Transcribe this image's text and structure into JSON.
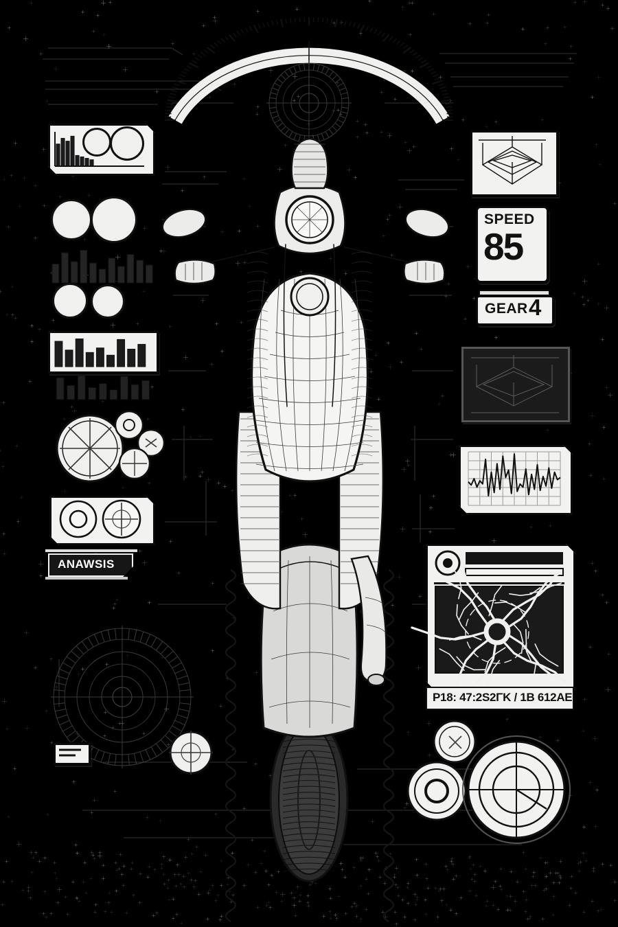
{
  "meta": {
    "title": "Motorcycle Technical HUD Blueprint",
    "style": "monochrome ink diagram / heads-up display overlay",
    "background_color": "#000000",
    "ink_color": "#f0f0ee",
    "panel_fill": "#f2f2f0"
  },
  "readouts": {
    "speed": {
      "label": "SPEED",
      "value": "85",
      "panel_name": "speed-readout-panel"
    },
    "gear": {
      "label": "GEAR",
      "value": "4",
      "panel_name": "gear-readout-panel"
    }
  },
  "tags": {
    "analysis": "ANAWSIS"
  },
  "navigation": {
    "coordinates": "P18: 47:2S2ΓK / 1B 612AE",
    "map_title": "road-network-map",
    "marker": "position-marker"
  },
  "subject": {
    "name": "motorcycle-front-orthographic",
    "parts": [
      "front-wheel",
      "front-tyre",
      "front-fender",
      "fork-tubes",
      "headlight",
      "handlebars",
      "left-grip",
      "right-grip",
      "left-mirror",
      "right-mirror",
      "fuel-tank",
      "fuel-cap",
      "engine-block",
      "exhaust-pipe",
      "radiator",
      "frame-rails"
    ]
  },
  "chart_data": [
    {
      "id": "bar-chart-top-left",
      "type": "bar",
      "title": "",
      "categories": [
        "1",
        "2",
        "3",
        "4",
        "5",
        "6",
        "7",
        "8"
      ],
      "values": [
        62,
        78,
        70,
        84,
        30,
        26,
        22,
        18
      ],
      "ylim": [
        0,
        100
      ],
      "grid": false
    },
    {
      "id": "bar-chart-mid-left",
      "type": "bar",
      "title": "",
      "categories": [
        "1",
        "2",
        "3",
        "4",
        "5",
        "6",
        "7",
        "8",
        "9",
        "10",
        "11"
      ],
      "values": [
        55,
        88,
        62,
        95,
        58,
        40,
        72,
        48,
        83,
        66,
        52
      ],
      "ylim": [
        0,
        100
      ],
      "grid": false
    },
    {
      "id": "bar-chart-left-lower",
      "type": "bar",
      "title": "",
      "categories": [
        "1",
        "2",
        "3",
        "4",
        "5",
        "6",
        "7",
        "8",
        "9"
      ],
      "values": [
        84,
        55,
        92,
        47,
        62,
        38,
        90,
        58,
        74
      ],
      "ylim": [
        0,
        100
      ],
      "grid": false
    },
    {
      "id": "waveform-telemetry",
      "type": "line",
      "title": "",
      "xlabel": "",
      "ylabel": "",
      "grid": true,
      "x": [
        0,
        1,
        2,
        3,
        4,
        5,
        6,
        7,
        8,
        9,
        10,
        11,
        12,
        13,
        14,
        15,
        16,
        17,
        18,
        19,
        20,
        21,
        22,
        23,
        24,
        25,
        26,
        27,
        28,
        29,
        30,
        31,
        32
      ],
      "values": [
        44,
        38,
        50,
        34,
        46,
        40,
        86,
        18,
        62,
        24,
        78,
        30,
        92,
        52,
        66,
        22,
        96,
        26,
        40,
        34,
        68,
        20,
        58,
        30,
        76,
        28,
        54,
        36,
        70,
        32,
        62,
        48,
        52
      ],
      "ylim": [
        0,
        100
      ]
    }
  ],
  "gauges": [
    {
      "name": "gauge-top-arc",
      "kind": "tick-arc",
      "ticks": 96
    },
    {
      "name": "gauge-rosette-top",
      "kind": "compass-rose"
    },
    {
      "name": "gauge-dial-a",
      "kind": "concentric"
    },
    {
      "name": "gauge-dial-b",
      "kind": "crosshair"
    },
    {
      "name": "gauge-dial-c",
      "kind": "crosshair"
    },
    {
      "name": "gauge-dial-d",
      "kind": "crosshair"
    },
    {
      "name": "gauge-radial-spokes",
      "kind": "spoke-wheel",
      "spokes": 8
    },
    {
      "name": "gauge-dial-e",
      "kind": "concentric"
    },
    {
      "name": "gauge-dial-f",
      "kind": "crosshair"
    },
    {
      "name": "gauge-radar-bottom",
      "kind": "compass-rose"
    },
    {
      "name": "gauge-target-large",
      "kind": "concentric-target"
    },
    {
      "name": "gauge-target-small",
      "kind": "concentric"
    },
    {
      "name": "gauge-target-mini",
      "kind": "crosshair"
    },
    {
      "name": "gauge-bottom-left",
      "kind": "crosshair"
    }
  ],
  "panels": [
    {
      "name": "isometric-wireframe-top",
      "kind": "isometric-box"
    },
    {
      "name": "isometric-wireframe-mid",
      "kind": "isometric-box-dim"
    },
    {
      "name": "waveform-panel",
      "kind": "oscilloscope"
    },
    {
      "name": "navigation-map-panel",
      "kind": "map"
    },
    {
      "name": "histogram-panel-top",
      "kind": "bar-chart"
    },
    {
      "name": "histogram-panel-mid",
      "kind": "bar-chart"
    },
    {
      "name": "dual-dial-panel",
      "kind": "dials"
    }
  ]
}
